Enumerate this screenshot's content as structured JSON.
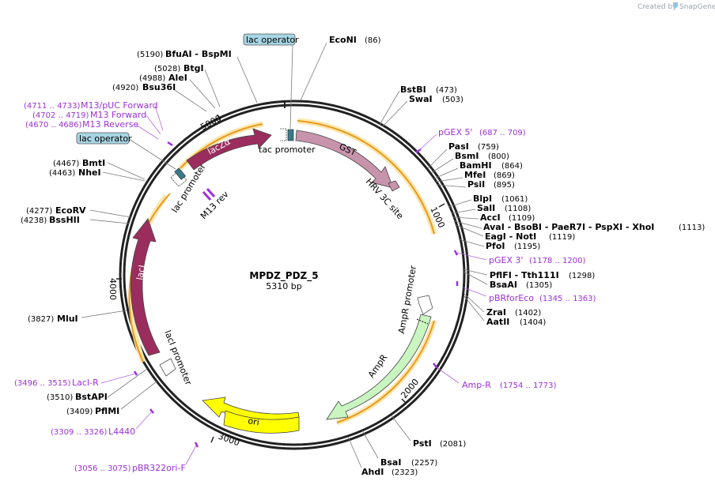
{
  "watermark": {
    "prefix": "Created by",
    "brand": "SnapGene"
  },
  "plasmid": {
    "name": "MPDZ_PDZ_5",
    "size": "5310 bp"
  },
  "ticks": [
    "1000",
    "2000",
    "3000",
    "4000",
    "5000"
  ],
  "enzymes": [
    {
      "name": "EcoNI",
      "pos": "(86)"
    },
    {
      "name": "BstBI",
      "pos": "(473)"
    },
    {
      "name": "SwaI",
      "pos": "(503)"
    },
    {
      "name": "PasI",
      "pos": "(759)"
    },
    {
      "name": "BsmI",
      "pos": "(800)"
    },
    {
      "name": "BamHI",
      "pos": "(864)"
    },
    {
      "name": "MfeI",
      "pos": "(869)"
    },
    {
      "name": "PsiI",
      "pos": "(895)"
    },
    {
      "name": "BlpI",
      "pos": "(1061)"
    },
    {
      "name": "SalI",
      "pos": "(1108)"
    },
    {
      "name": "AccI",
      "pos": "(1109)"
    },
    {
      "name": "AvaI - BsoBI - PaeR7I - PspXI - XhoI",
      "pos": "(1113)"
    },
    {
      "name": "EagI - NotI",
      "pos": "(1119)"
    },
    {
      "name": "PfoI",
      "pos": "(1195)"
    },
    {
      "name": "PflFI - Tth111I",
      "pos": "(1298)"
    },
    {
      "name": "BsaAI",
      "pos": "(1305)"
    },
    {
      "name": "ZraI",
      "pos": "(1402)"
    },
    {
      "name": "AatII",
      "pos": "(1404)"
    },
    {
      "name": "PstI",
      "pos": "(2081)"
    },
    {
      "name": "BsaI",
      "pos": "(2257)"
    },
    {
      "name": "AhdI",
      "pos": "(2323)"
    },
    {
      "name": "PflMI",
      "pos": "(3409)"
    },
    {
      "name": "BstAPI",
      "pos": "(3510)"
    },
    {
      "name": "MluI",
      "pos": "(3827)"
    },
    {
      "name": "BssHII",
      "pos": "(4238)"
    },
    {
      "name": "EcoRV",
      "pos": "(4277)"
    },
    {
      "name": "NheI",
      "pos": "(4463)"
    },
    {
      "name": "BmtI",
      "pos": "(4467)"
    },
    {
      "name": "Bsu36I",
      "pos": "(4920)"
    },
    {
      "name": "AleI",
      "pos": "(4988)"
    },
    {
      "name": "BtgI",
      "pos": "(5028)"
    },
    {
      "name": "BfuAI - BspMI",
      "pos": "(5190)"
    }
  ],
  "primers": [
    {
      "name": "pGEX 5'",
      "range": "(687 .. 709)"
    },
    {
      "name": "pGEX 3'",
      "range": "(1178 .. 1200)"
    },
    {
      "name": "pBRforEco",
      "range": "(1345 .. 1363)"
    },
    {
      "name": "Amp-R",
      "range": "(1754 .. 1773)"
    },
    {
      "name": "pBR322ori-F",
      "range": "(3056 .. 3075)"
    },
    {
      "name": "L4440",
      "range": "(3309 .. 3326)"
    },
    {
      "name": "LacI-R",
      "range": "(3496 .. 3515)"
    },
    {
      "name": "M13 Reverse",
      "range": "(4670 .. 4686)"
    },
    {
      "name": "M13 Forward",
      "range": "(4702 .. 4719)"
    },
    {
      "name": "M13/pUC Forward",
      "range": "(4711 .. 4733)"
    }
  ],
  "features": {
    "lac_operator_top": "lac operator",
    "lac_operator_left": "lac operator",
    "tac_promoter": "tac promoter",
    "gst": "GST",
    "hrv3c": "HRV 3C site",
    "ampr_promoter": "AmpR promoter",
    "ampr": "AmpR",
    "ori": "ori",
    "laci_promoter": "lacI promoter",
    "laci": "lacI",
    "lac_promoter": "lac promoter",
    "m13rev": "M13 rev",
    "lacza": "lacZα"
  },
  "colors": {
    "backbone": "#222222",
    "gst": "#c894ac",
    "hrv": "#c894ac",
    "ampr": "#c9f5c0",
    "ori": "#ffff00",
    "laci": "#9b2d5e",
    "lacza": "#9b2d5e",
    "orf": "#f5a623",
    "operator": "#a7d5e4",
    "primer": "#9b30d9"
  }
}
